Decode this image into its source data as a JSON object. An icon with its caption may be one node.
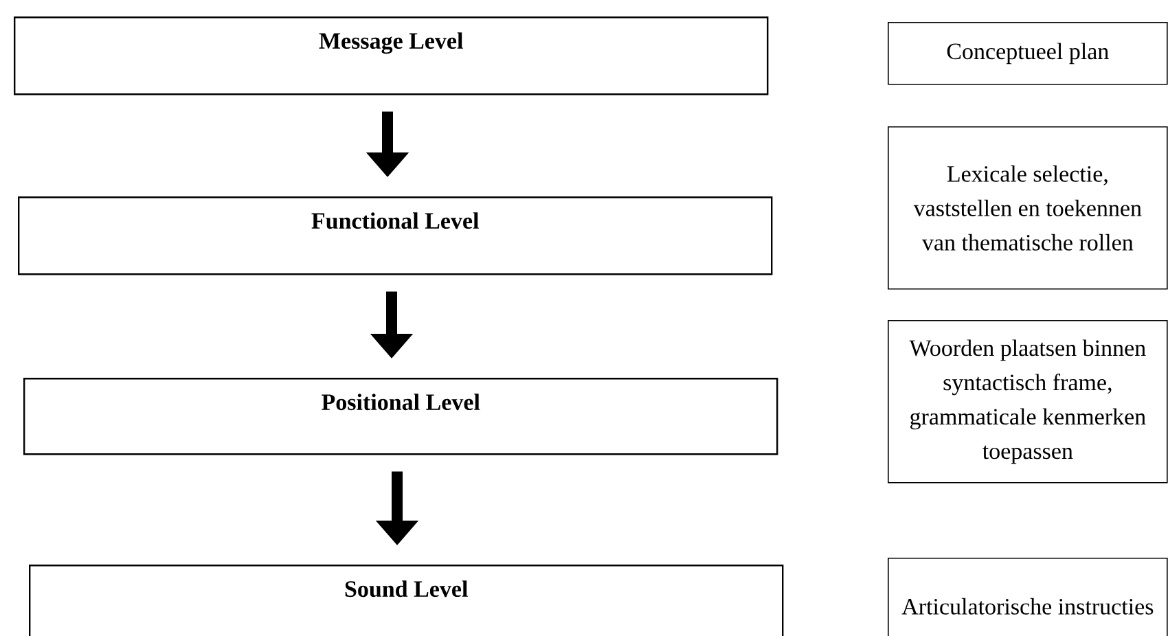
{
  "diagram": {
    "nodes": [
      {
        "text": [
          "Message Level"
        ]
      },
      {
        "text": [
          "Functional Level"
        ]
      },
      {
        "text": [
          "Positional Level"
        ]
      },
      {
        "text": [
          "Sound Level"
        ]
      },
      {
        "text": [
          "Conceptueel plan"
        ]
      },
      {
        "text": [
          "Lexicale selectie, vaststellen en toekennen van thematische rollen"
        ]
      },
      {
        "text": [
          "Woorden plaatsen binnen syntactisch frame, grammaticale kenmerken toepassen"
        ]
      },
      {
        "text": [
          "Articulatorische instructies"
        ]
      }
    ],
    "edges": [
      {
        "from": 0,
        "to": 1,
        "arrow": "to"
      },
      {
        "from": 1,
        "to": 2,
        "arrow": "to"
      },
      {
        "from": 2,
        "to": 3,
        "arrow": "to"
      }
    ]
  }
}
